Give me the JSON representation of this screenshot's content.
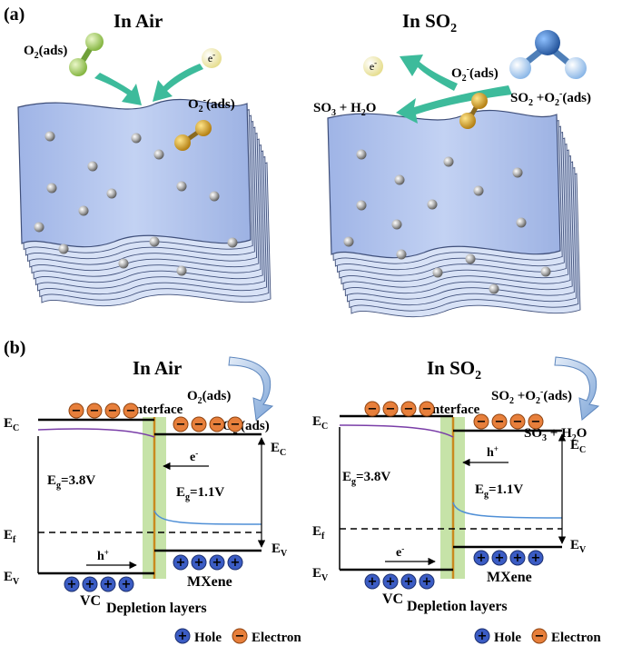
{
  "panel_a": {
    "label": "(a)",
    "air": {
      "title": "In Air",
      "o2_ads": [
        "O",
        "2",
        "(ads)"
      ],
      "electron": [
        "e",
        "-"
      ],
      "o2minus_ads": [
        "O",
        "2",
        "-",
        "(ads)"
      ]
    },
    "so2": {
      "title": [
        "In SO",
        "2"
      ],
      "electron": [
        "e",
        "-"
      ],
      "o2minus_ads": [
        "O",
        "2",
        "-",
        "(ads)"
      ],
      "so3_h2o": [
        "SO",
        "3",
        " + H",
        "2",
        "O"
      ],
      "so2_reaction": [
        "SO",
        "2",
        " +O",
        "2",
        "-",
        "(ads)"
      ]
    }
  },
  "panel_b": {
    "label": "(b)",
    "air": {
      "title": "In Air",
      "interface": "Interface",
      "o2_ads": [
        "O",
        "2",
        "(ads)"
      ],
      "o2minus_ads": [
        "O",
        "2",
        "-",
        "(ads)"
      ],
      "ec_left": [
        "E",
        "C"
      ],
      "ec_right": [
        "E",
        "C"
      ],
      "ef": [
        "E",
        "f"
      ],
      "ev_left": [
        "E",
        "V"
      ],
      "ev_right": [
        "E",
        "V"
      ],
      "eg_vc": [
        "E",
        "g",
        "=3.8V"
      ],
      "eg_mxene": [
        "E",
        "g",
        "=1.1V"
      ],
      "carrier_top": [
        "e",
        "-"
      ],
      "carrier_bottom": [
        "h",
        "+"
      ],
      "vc": "VC",
      "depletion": "Depletion layers",
      "mxene": "MXene"
    },
    "so2": {
      "title": [
        "In SO",
        "2"
      ],
      "interface": "Interface",
      "reaction_in": [
        "SO",
        "2",
        " +O",
        "2",
        "-",
        "(ads)"
      ],
      "reaction_out": [
        "SO",
        "3",
        " + H",
        "2",
        "O"
      ],
      "ec_left": [
        "E",
        "C"
      ],
      "ec_right": [
        "E",
        "C"
      ],
      "ef": [
        "E",
        "f"
      ],
      "ev_left": [
        "E",
        "V"
      ],
      "ev_right": [
        "E",
        "V"
      ],
      "eg_vc": [
        "E",
        "g",
        "=3.8V"
      ],
      "eg_mxene": [
        "E",
        "g",
        "=1.1V"
      ],
      "carrier_top": [
        "h",
        "+"
      ],
      "carrier_bottom": [
        "e",
        "-"
      ],
      "vc": "VC",
      "depletion": "Depletion layers",
      "mxene": "MXene"
    }
  },
  "legend": {
    "hole": "Hole",
    "electron": "Electron",
    "hole_symbol": "+",
    "electron_symbol": "−"
  },
  "colors": {
    "sheet": "#a9bde8",
    "sheet_edge": "#3f4f7a",
    "arrow": "#3dbb9b",
    "o2_molecule": "#a6d45a",
    "o2minus_molecule": "#d9a21c",
    "so2_center": "#2d6fc1",
    "so2_side": "#a9cff2",
    "electron_ball": "#f4f0b0",
    "hole": "#3b5cc4",
    "electron": "#e77f3b",
    "interface": "#c6e3a8",
    "interface_line": "#c98a1e",
    "band_curve": "#7a3ea8",
    "fermi_curve": "#4f8fd6"
  }
}
